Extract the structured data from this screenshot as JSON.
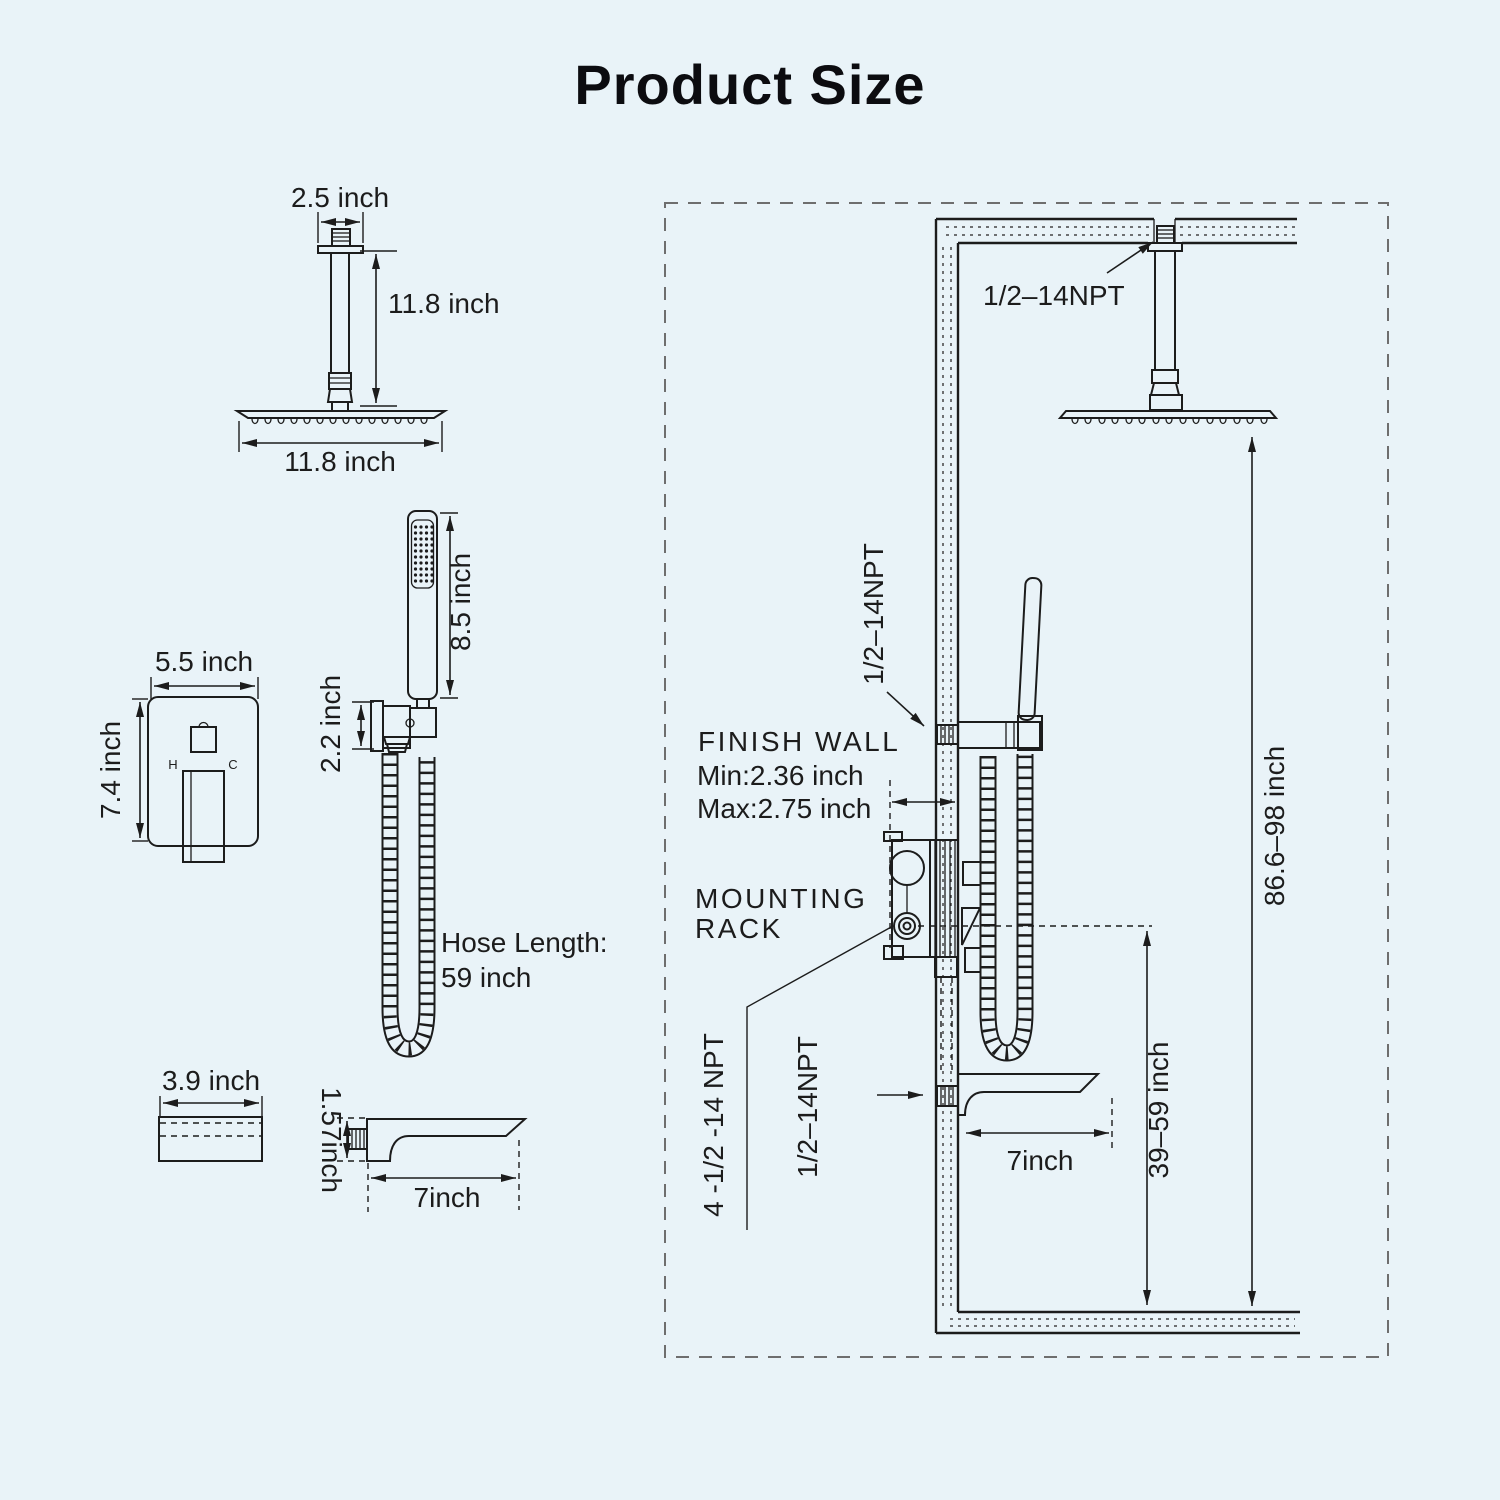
{
  "page": {
    "title": "Product Size",
    "background": "#e9f3f8",
    "ink": "#1c1c1c",
    "border_gray": "#6e6e6e"
  },
  "overhead": {
    "flange_width": "2.5 inch",
    "arm_length": "11.8 inch",
    "head_width": "11.8 inch"
  },
  "handheld": {
    "wand_length": "8.5 inch",
    "holder_height": "2.2 inch",
    "hose_line1": "Hose Length:",
    "hose_line2": "59 inch"
  },
  "valve": {
    "width": "5.5 inch",
    "height": "7.4 inch",
    "hot": "H",
    "cold": "C"
  },
  "escutcheon": {
    "width": "3.9 inch"
  },
  "spout": {
    "height": "1.57inch",
    "length": "7inch"
  },
  "install": {
    "ceiling_npt": "1/2–14NPT",
    "hand_npt": "1/2–14NPT",
    "finish_wall": "FINISH WALL",
    "finish_wall_min": "Min:2.36 inch",
    "finish_wall_max": "Max:2.75 inch",
    "mounting_line1": "MOUNTING",
    "mounting_line2": "RACK",
    "valve_npt": "4 -1/2 -14 NPT",
    "spout_npt": "1/2–14NPT",
    "spout_reach": "7inch",
    "spout_height": "39–59 inch",
    "overall_height": "86.6–98 inch"
  }
}
